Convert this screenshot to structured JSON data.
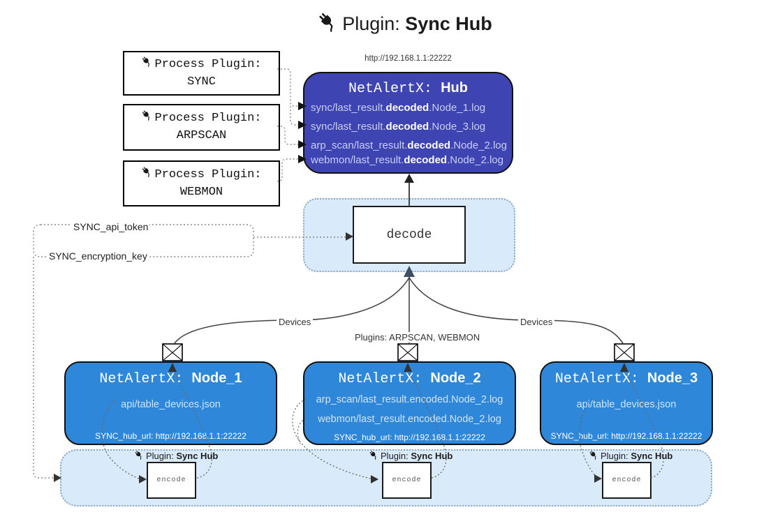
{
  "title": {
    "prefix": "Plugin:",
    "name": "Sync Hub"
  },
  "hub": {
    "url_label": "http://192.168.1.1:22222",
    "title_prefix": "NetAlertX:",
    "title_name": "Hub",
    "logs": [
      {
        "pre": "sync/last_result.",
        "bold": "decoded",
        "post": ".Node_1.log"
      },
      {
        "pre": "sync/last_result.",
        "bold": "decoded",
        "post": ".Node_3.log"
      },
      {
        "pre": "arp_scan/last_result.",
        "bold": "decoded",
        "post": ".Node_2.log"
      },
      {
        "pre": "webmon/last_result.",
        "bold": "decoded",
        "post": ".Node_2.log"
      }
    ]
  },
  "process_plugins": [
    {
      "label": "Process Plugin:",
      "name": "SYNC"
    },
    {
      "label": "Process Plugin:",
      "name": "ARPSCAN"
    },
    {
      "label": "Process Plugin:",
      "name": "WEBMON"
    }
  ],
  "decode": {
    "label": "decode"
  },
  "tokens": {
    "api_token": "SYNC_api_token",
    "encryption_key": "SYNC_encryption_key"
  },
  "edges": {
    "devices_left": "Devices",
    "devices_right": "Devices",
    "plugins_center": "Plugins: ARPSCAN, WEBMON"
  },
  "nodes": [
    {
      "title_prefix": "NetAlertX:",
      "title_name": "Node_1",
      "lines": [
        "api/table_devices.json"
      ],
      "hub_url": "SYNC_hub_url: http://192.168.1.1:22222"
    },
    {
      "title_prefix": "NetAlertX:",
      "title_name": "Node_2",
      "lines": [
        "arp_scan/last_result.encoded.Node_2.log",
        "webmon/last_result.encoded.Node_2.log"
      ],
      "hub_url": "SYNC_hub_url: http://192.168.1.1:22222"
    },
    {
      "title_prefix": "NetAlertX:",
      "title_name": "Node_3",
      "lines": [
        "api/table_devices.json"
      ],
      "hub_url": "SYNC_hub_url: http://192.168.1.1:22222"
    }
  ],
  "encoders": [
    {
      "plugin_label": "Plugin:",
      "plugin_name": "Sync Hub",
      "box_label": "encode"
    },
    {
      "plugin_label": "Plugin:",
      "plugin_name": "Sync Hub",
      "box_label": "encode"
    },
    {
      "plugin_label": "Plugin:",
      "plugin_name": "Sync Hub",
      "box_label": "encode"
    }
  ],
  "icons": {
    "plug": "plug-icon",
    "envelope": "envelope-icon"
  },
  "colors": {
    "hub_fill": "#3e44b2",
    "node_fill": "#2e87d8",
    "panel_fill": "#d9eafb",
    "panel_border": "#8aa7c6",
    "hub_log_text": "#c9cef2",
    "node_line_text": "#cfe4f8"
  }
}
